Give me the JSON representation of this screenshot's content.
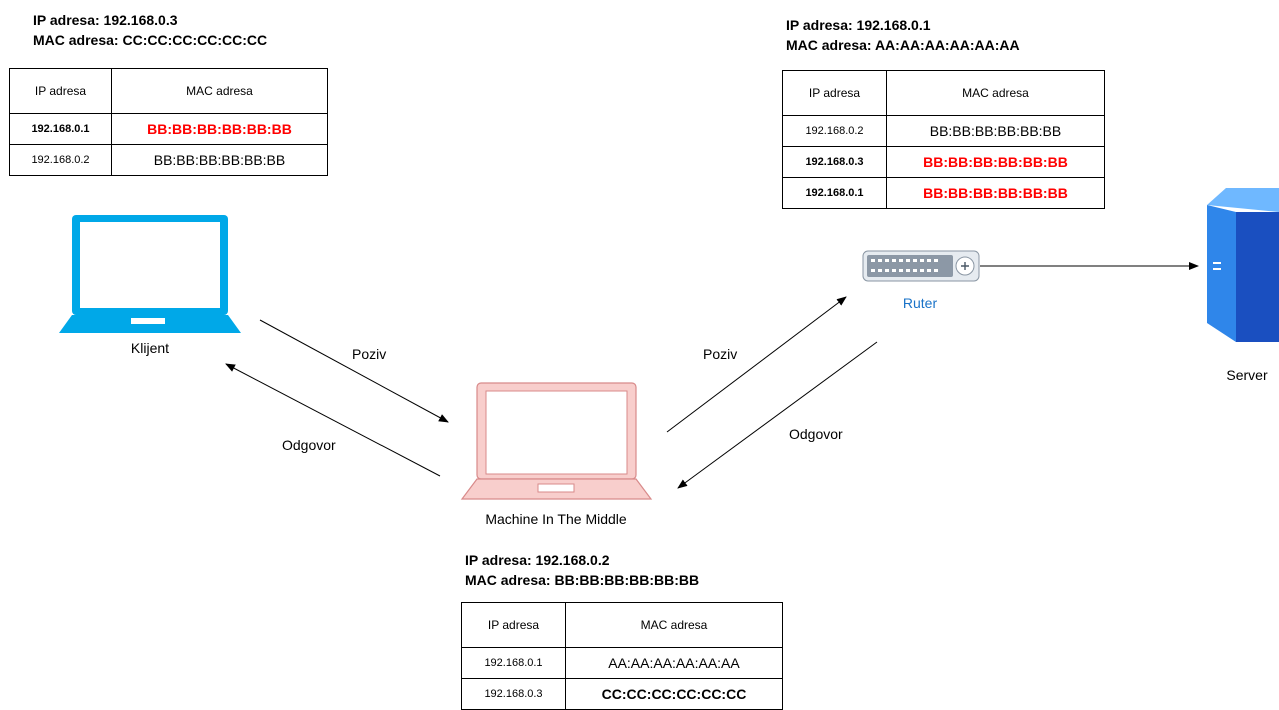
{
  "client": {
    "label": "Klijent",
    "ip_line": "IP adresa: 192.168.0.3",
    "mac_line": "MAC adresa: CC:CC:CC:CC:CC:CC",
    "table": {
      "headers": [
        "IP adresa",
        "MAC adresa"
      ],
      "rows": [
        {
          "ip": "192.168.0.1",
          "mac": "BB:BB:BB:BB:BB:BB",
          "style": "spoofed"
        },
        {
          "ip": "192.168.0.2",
          "mac": "BB:BB:BB:BB:BB:BB",
          "style": "normal"
        }
      ]
    }
  },
  "router": {
    "label": "Ruter",
    "ip_line": "IP adresa: 192.168.0.1",
    "mac_line": "MAC adresa: AA:AA:AA:AA:AA:AA",
    "table": {
      "headers": [
        "IP adresa",
        "MAC adresa"
      ],
      "rows": [
        {
          "ip": "192.168.0.2",
          "mac": "BB:BB:BB:BB:BB:BB",
          "style": "normal"
        },
        {
          "ip": "192.168.0.3",
          "mac": "BB:BB:BB:BB:BB:BB",
          "style": "spoofed"
        },
        {
          "ip": "192.168.0.1",
          "mac": "BB:BB:BB:BB:BB:BB",
          "style": "spoofed"
        }
      ]
    }
  },
  "mitm": {
    "label": "Machine In The Middle",
    "ip_line": "IP adresa: 192.168.0.2",
    "mac_line": "MAC adresa: BB:BB:BB:BB:BB:BB",
    "table": {
      "headers": [
        "IP adresa",
        "MAC adresa"
      ],
      "rows": [
        {
          "ip": "192.168.0.1",
          "mac": "AA:AA:AA:AA:AA:AA",
          "style": "normal"
        },
        {
          "ip": "192.168.0.3",
          "mac": "CC:CC:CC:CC:CC:CC",
          "style": "bold"
        }
      ]
    }
  },
  "server": {
    "label": "Server"
  },
  "edges": {
    "request_label": "Poziv",
    "response_label": "Odgovor"
  },
  "colors": {
    "client_laptop": "#00a8e8",
    "mitm_laptop": "#f8cecc",
    "mitm_laptop_stroke": "#d88a8a",
    "router_label": "#1a73c8",
    "spoofed_mac": "#ff0000",
    "server_blue": "#1e6fd9"
  },
  "icons": {
    "client": "laptop-icon",
    "mitm": "laptop-icon",
    "router": "router-icon",
    "server": "server-icon"
  }
}
